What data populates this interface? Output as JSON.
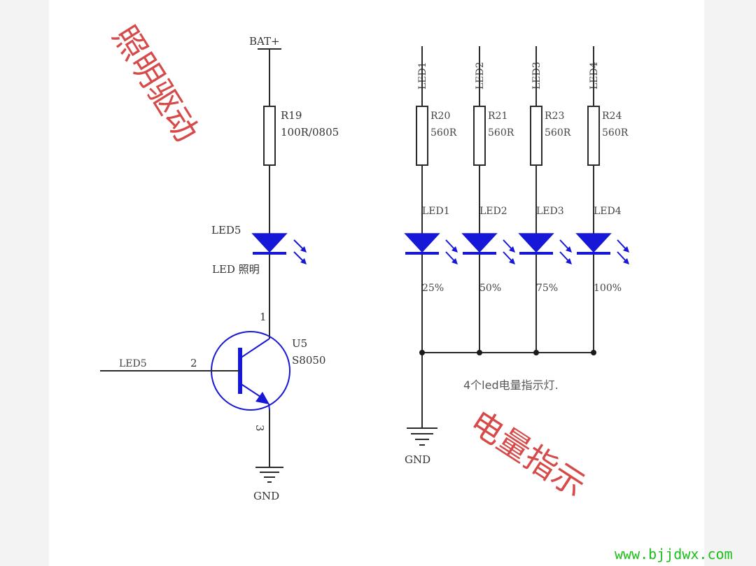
{
  "annotations": {
    "lighting_driver": "照明驱动",
    "battery_indicator": "电量指示"
  },
  "supply": {
    "label": "BAT+"
  },
  "ground": {
    "label": "GND"
  },
  "lighting": {
    "resistor": {
      "ref": "R19",
      "value": "100R/0805"
    },
    "led": {
      "ref": "LED5",
      "desc": "LED 照明"
    },
    "transistor": {
      "ref": "U5",
      "part": "S8050",
      "pin_collector": "1",
      "pin_base": "2",
      "pin_emitter": "3"
    },
    "input_net": "LED5"
  },
  "indicator": {
    "note": "4个led电量指示灯.",
    "channels": [
      {
        "net": "LED1",
        "res_ref": "R20",
        "res_value": "560R",
        "led_ref": "LED1",
        "level": "25%"
      },
      {
        "net": "LED2",
        "res_ref": "R21",
        "res_value": "560R",
        "led_ref": "LED2",
        "level": "50%"
      },
      {
        "net": "LED3",
        "res_ref": "R23",
        "res_value": "560R",
        "led_ref": "LED3",
        "level": "75%"
      },
      {
        "net": "LED4",
        "res_ref": "R24",
        "res_value": "560R",
        "led_ref": "LED4",
        "level": "100%"
      }
    ]
  },
  "watermark": "www.bjjdwx.com",
  "colors": {
    "led_blue": "#1717d8",
    "annotation_red": "#d64a4a",
    "watermark_green": "#18c018"
  }
}
